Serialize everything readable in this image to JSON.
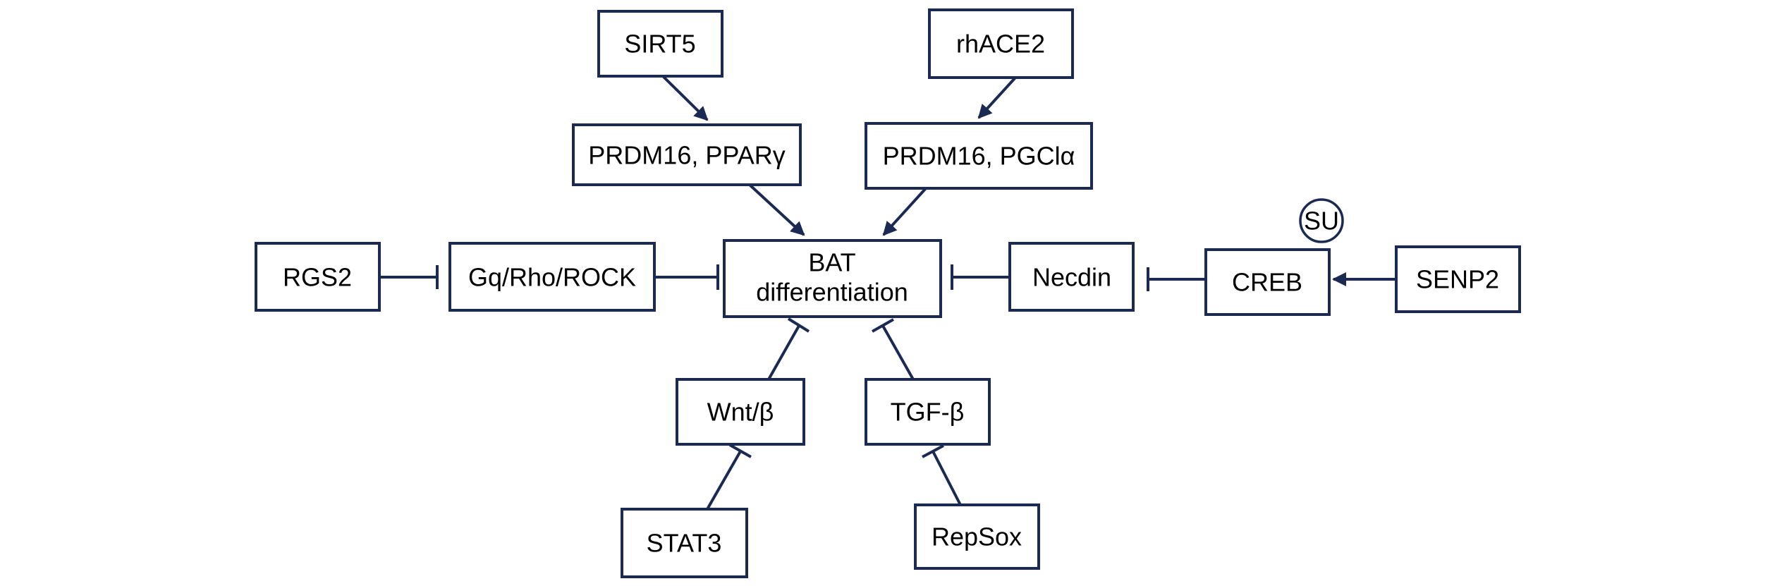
{
  "diagram": {
    "line_color": "#1a2a52",
    "nodes": {
      "sirt5": "SIRT5",
      "rhace2": "rhACE2",
      "prdm16_ppar": "PRDM16, PPARγ",
      "prdm16_pgc": "PRDM16, PGClα",
      "rgs2": "RGS2",
      "gq": "Gq/Rho/ROCK",
      "bat_line1": "BAT",
      "bat_line2": "differentiation",
      "necdin": "Necdin",
      "creb": "CREB",
      "senp2": "SENP2",
      "su": "SU",
      "wnt": "Wnt/β",
      "tgf": "TGF-β",
      "stat3": "STAT3",
      "repsox": "RepSox"
    },
    "edges": [
      {
        "from": "SIRT5",
        "to": "PRDM16, PPARγ",
        "type": "activation"
      },
      {
        "from": "rhACE2",
        "to": "PRDM16, PGClα",
        "type": "activation"
      },
      {
        "from": "PRDM16, PPARγ",
        "to": "BAT differentiation",
        "type": "activation"
      },
      {
        "from": "PRDM16, PGClα",
        "to": "BAT differentiation",
        "type": "activation"
      },
      {
        "from": "RGS2",
        "to": "Gq/Rho/ROCK",
        "type": "inhibition"
      },
      {
        "from": "Gq/Rho/ROCK",
        "to": "BAT differentiation",
        "type": "inhibition"
      },
      {
        "from": "Necdin",
        "to": "BAT differentiation",
        "type": "inhibition"
      },
      {
        "from": "CREB",
        "to": "Necdin",
        "type": "inhibition"
      },
      {
        "from": "SENP2",
        "to": "CREB",
        "type": "activation"
      },
      {
        "from": "Wnt/β",
        "to": "BAT differentiation",
        "type": "inhibition"
      },
      {
        "from": "TGF-β",
        "to": "BAT differentiation",
        "type": "inhibition"
      },
      {
        "from": "STAT3",
        "to": "Wnt/β",
        "type": "inhibition"
      },
      {
        "from": "RepSox",
        "to": "TGF-β",
        "type": "inhibition"
      }
    ]
  }
}
